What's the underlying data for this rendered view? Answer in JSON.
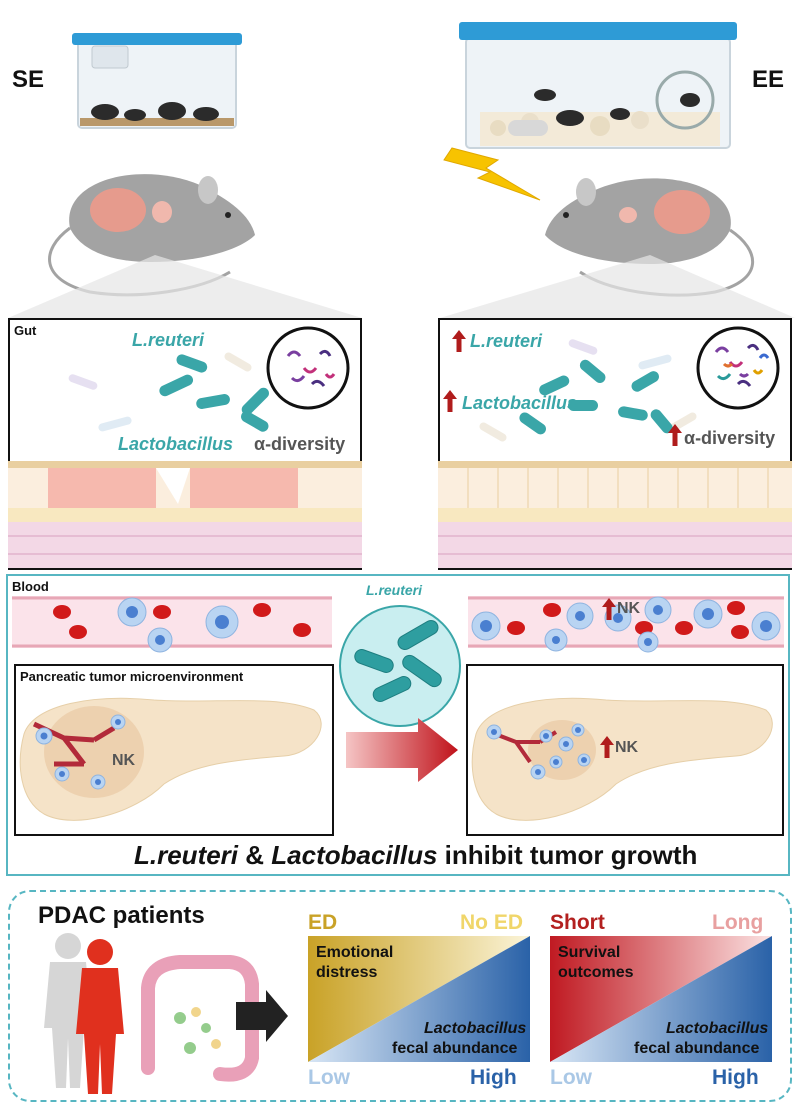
{
  "conditions": {
    "left_label": "SE",
    "right_label": "EE"
  },
  "gut": {
    "panel_label": "Gut",
    "left": {
      "bacterium_1": "L.reuteri",
      "bacterium_2": "Lactobacillus",
      "diversity": "α-diversity"
    },
    "right": {
      "bacterium_1": "L.reuteri",
      "bacterium_2": "Lactobacillus",
      "diversity": "α-diversity"
    }
  },
  "blood": {
    "panel_label": "Blood",
    "center_bacterium": "L.reuteri",
    "right_nk": "NK"
  },
  "tumor": {
    "panel_label": "Pancreatic tumor microenvironment",
    "left_nk": "NK",
    "right_nk": "NK"
  },
  "conclusion": {
    "part1": "L.reuteri",
    "amp": " & ",
    "part2": "Lactobacillus",
    "part3": " inhibit tumor growth"
  },
  "patients": {
    "title": "PDAC patients",
    "chart1": {
      "top_left": "ED",
      "top_right": "No ED",
      "upper_text_line1": "Emotional",
      "upper_text_line2": "distress",
      "lower_text_line1": "Lactobacillus",
      "lower_text_line2": "fecal abundance",
      "bottom_left": "Low",
      "bottom_right": "High"
    },
    "chart2": {
      "top_left": "Short",
      "top_right": "Long",
      "upper_text_line1": "Survival",
      "upper_text_line2": "outcomes",
      "lower_text_line1": "Lactobacillus",
      "lower_text_line2": "fecal abundance",
      "bottom_left": "Low",
      "bottom_right": "High"
    }
  },
  "colors": {
    "teal_text": "#3aa6a8",
    "red_arrow": "#b01c1c",
    "panel_border_teal": "#57b6c2",
    "cage_lid": "#2e9bd6",
    "lightning": "#f7c300",
    "gold": "#c9a227",
    "blue": "#2a62a8",
    "dark_red": "#b3201f"
  }
}
